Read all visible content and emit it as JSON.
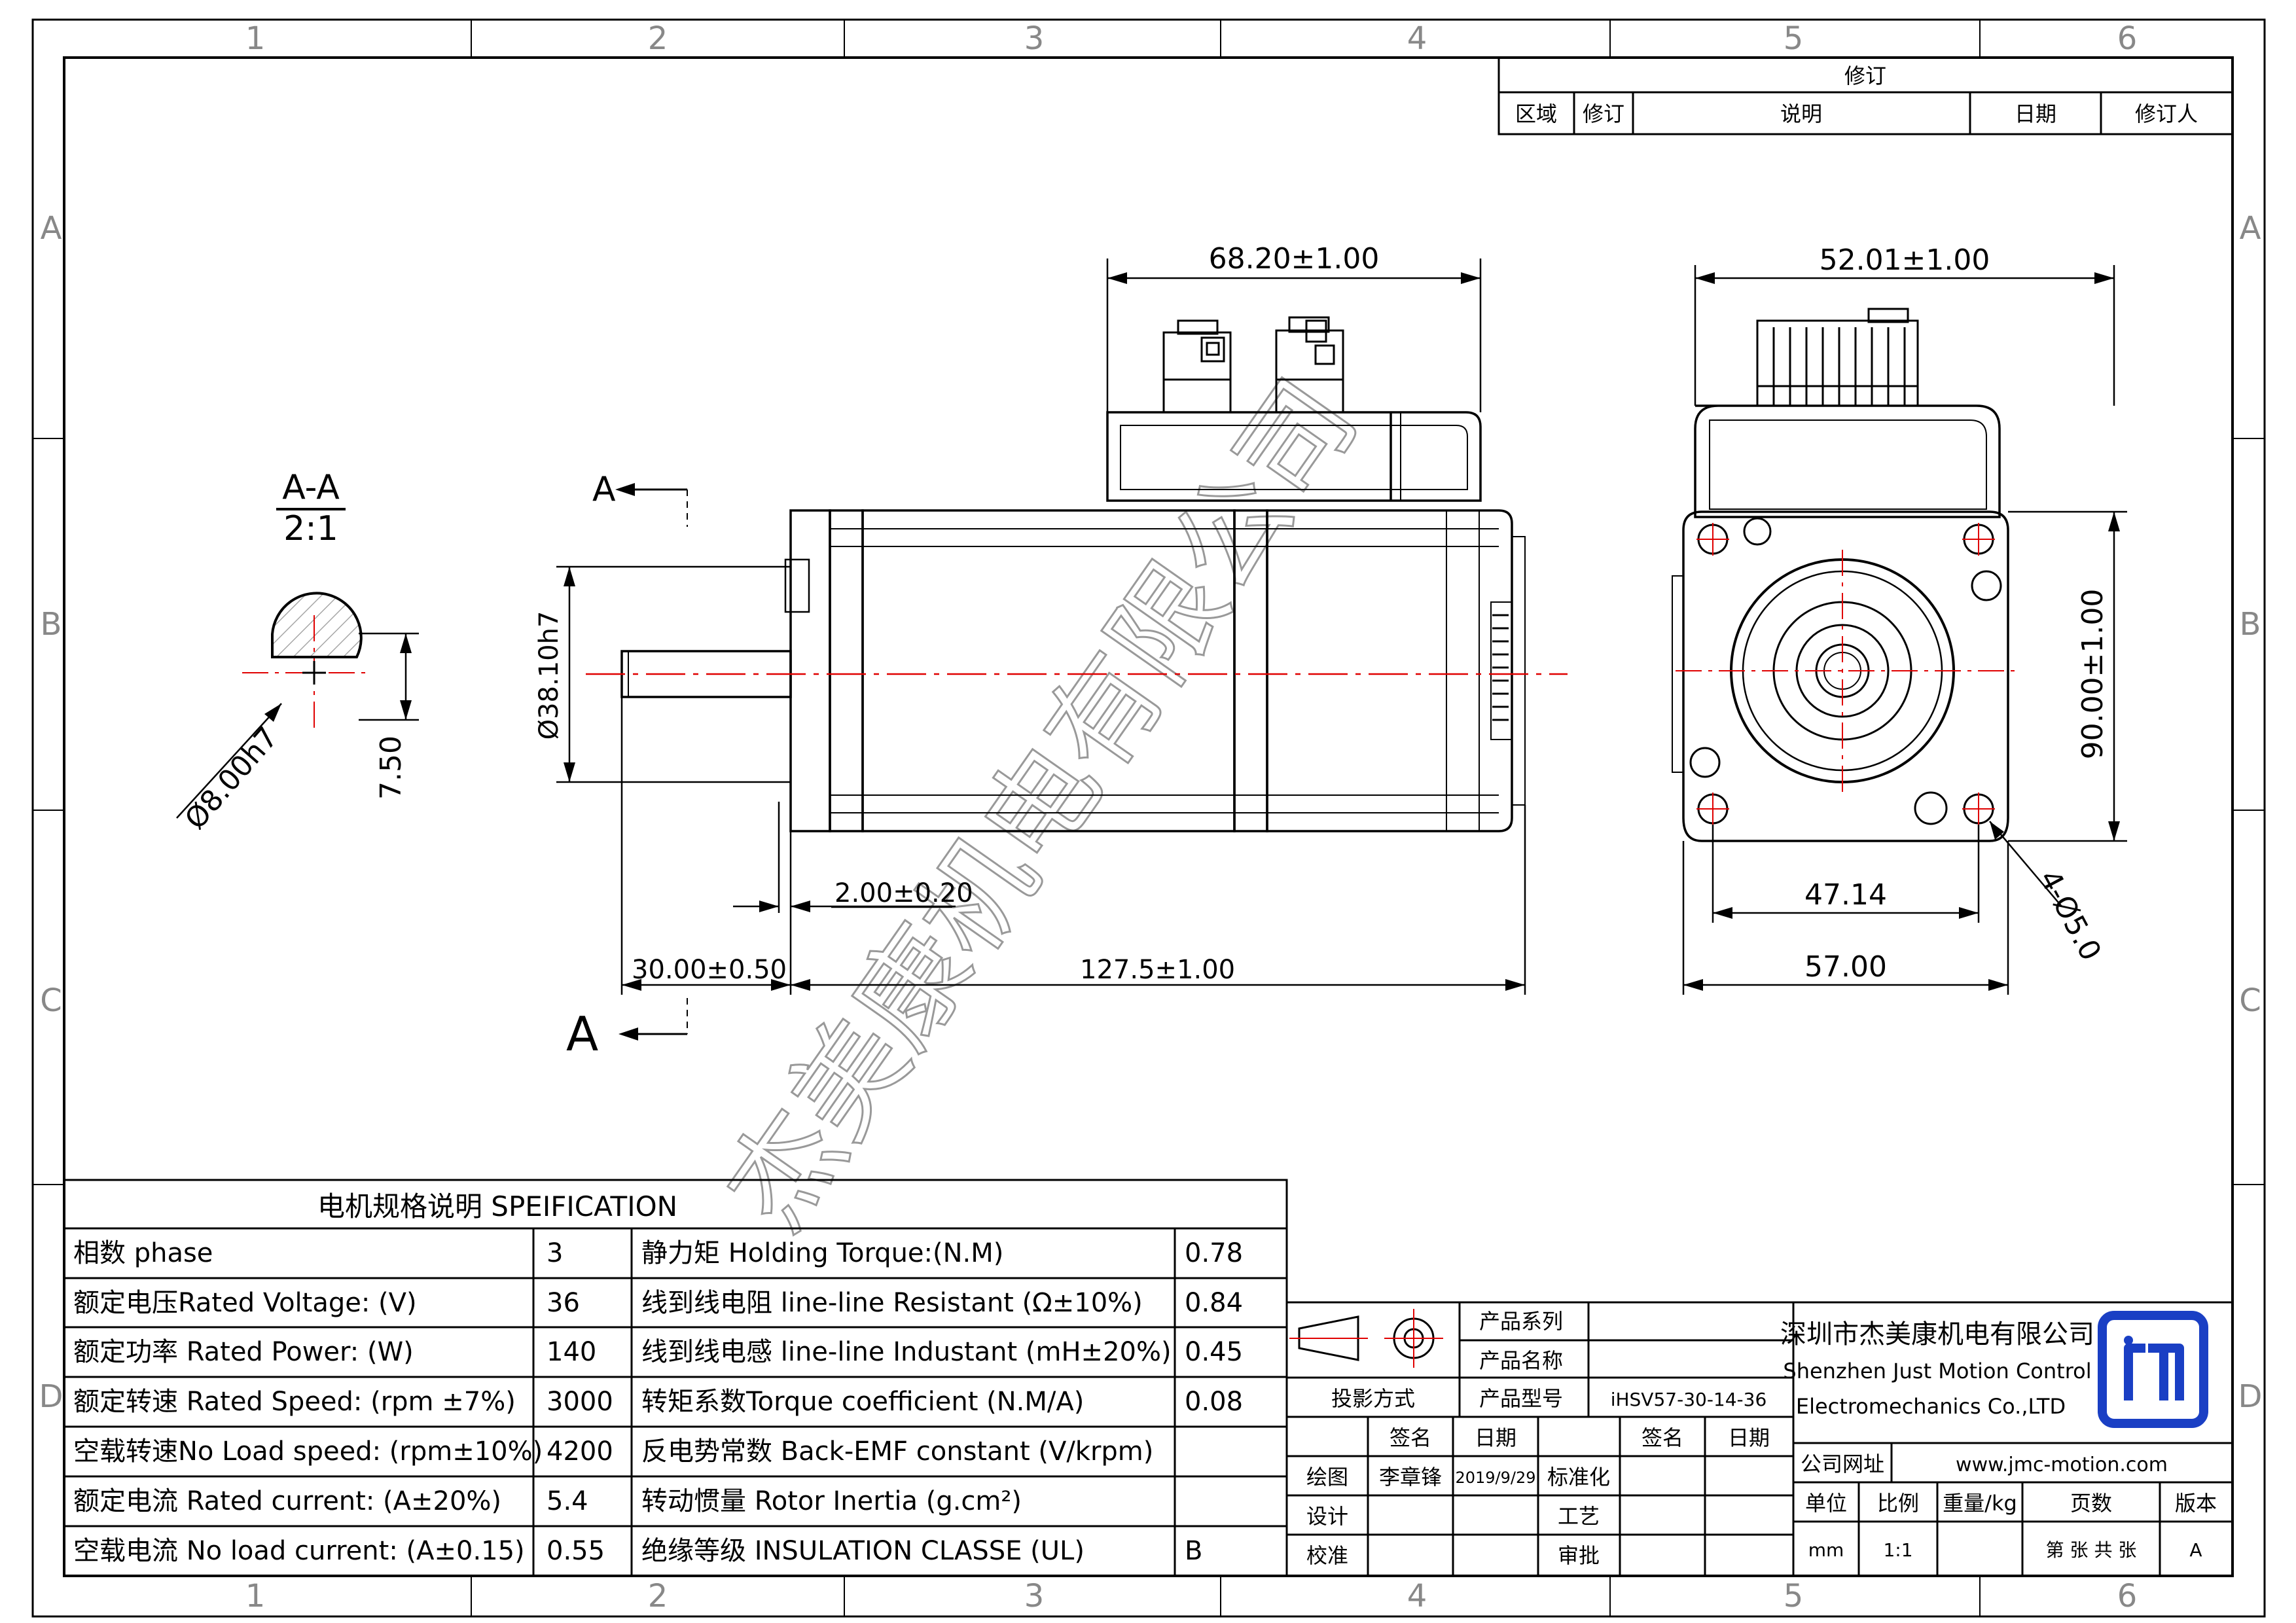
{
  "border": {
    "columns": [
      "1",
      "2",
      "3",
      "4",
      "5",
      "6"
    ],
    "rows": [
      "A",
      "B",
      "C",
      "D"
    ]
  },
  "revision": {
    "title": "修订",
    "headers": [
      "区域",
      "修订",
      "说明",
      "日期",
      "修订人"
    ]
  },
  "section": {
    "title": "A-A",
    "scale": "2:1",
    "diameter": "Ø8.00h7",
    "flat": "7.50",
    "cut_label": "A"
  },
  "side_view": {
    "body_width": "68.20±1.00",
    "flange_diameter": "Ø38.10h7",
    "pilot": "2.00±0.20",
    "shaft_length": "30.00±0.50",
    "body_length": "127.5±1.00"
  },
  "front_view": {
    "top_width": "52.01±1.00",
    "height": "90.00±1.00",
    "hole_pitch": "47.14",
    "flange_width": "57.00",
    "holes": "4-Ø5.0"
  },
  "watermark": "杰美康机电有限公司",
  "spec": {
    "title": "电机规格说明 SPEIFICATION",
    "rows": [
      {
        "l": "相数 phase",
        "lv": "3",
        "r": "静力矩 Holding Torque:(N.M)",
        "rv": "0.78"
      },
      {
        "l": "额定电压Rated Voltage: (V)",
        "lv": "36",
        "r": "线到线电阻 line-line Resistant (Ω±10%)",
        "rv": "0.84"
      },
      {
        "l": "额定功率 Rated Power:  (W)",
        "lv": "140",
        "r": "线到线电感 line-line Industant (mH±20%)",
        "rv": "0.45"
      },
      {
        "l": "额定转速 Rated Speed: (rpm ±7%)",
        "lv": "3000",
        "r": "转矩系数Torque coefficient (N.M/A)",
        "rv": "0.08"
      },
      {
        "l": "空载转速No Load speed: (rpm±10%)",
        "lv": "4200",
        "r": "反电势常数 Back-EMF constant (V/krpm)",
        "rv": ""
      },
      {
        "l": "额定电流 Rated current: (A±20%)",
        "lv": "5.4",
        "r": "转动惯量 Rotor Inertia (g.cm²)",
        "rv": ""
      },
      {
        "l": "空载电流 No load current: (A±0.15)",
        "lv": "0.55",
        "r": "绝缘等级 INSULATION CLASSE (UL)",
        "rv": "B"
      }
    ]
  },
  "titleblock": {
    "product_series": "产品系列",
    "product_name": "产品名称",
    "product_model": "产品型号",
    "model_value": "iHSV57-30-14-36",
    "projection": "投影方式",
    "sign": "签名",
    "date": "日期",
    "drawn": "绘图",
    "drawn_by": "李章锋",
    "drawn_date": "2019/9/29",
    "standardize": "标准化",
    "design": "设计",
    "process": "工艺",
    "check": "校准",
    "approve": "审批",
    "company_cn": "深圳市杰美康机电有限公司",
    "company_en1": "Shenzhen Just Motion Control",
    "company_en2": "Electromechanics Co.,LTD",
    "site_label": "公司网址",
    "site": "www.jmc-motion.com",
    "unit_label": "单位",
    "ratio_label": "比例",
    "weight_label": "重量/kg",
    "pages_label": "页数",
    "version_label": "版本",
    "unit": "mm",
    "ratio": "1:1",
    "pages": "第 张 共 张",
    "version": "A",
    "logo_color": "#1a3fc4"
  },
  "colors": {
    "line": "#000000",
    "centerline": "#e00000"
  }
}
